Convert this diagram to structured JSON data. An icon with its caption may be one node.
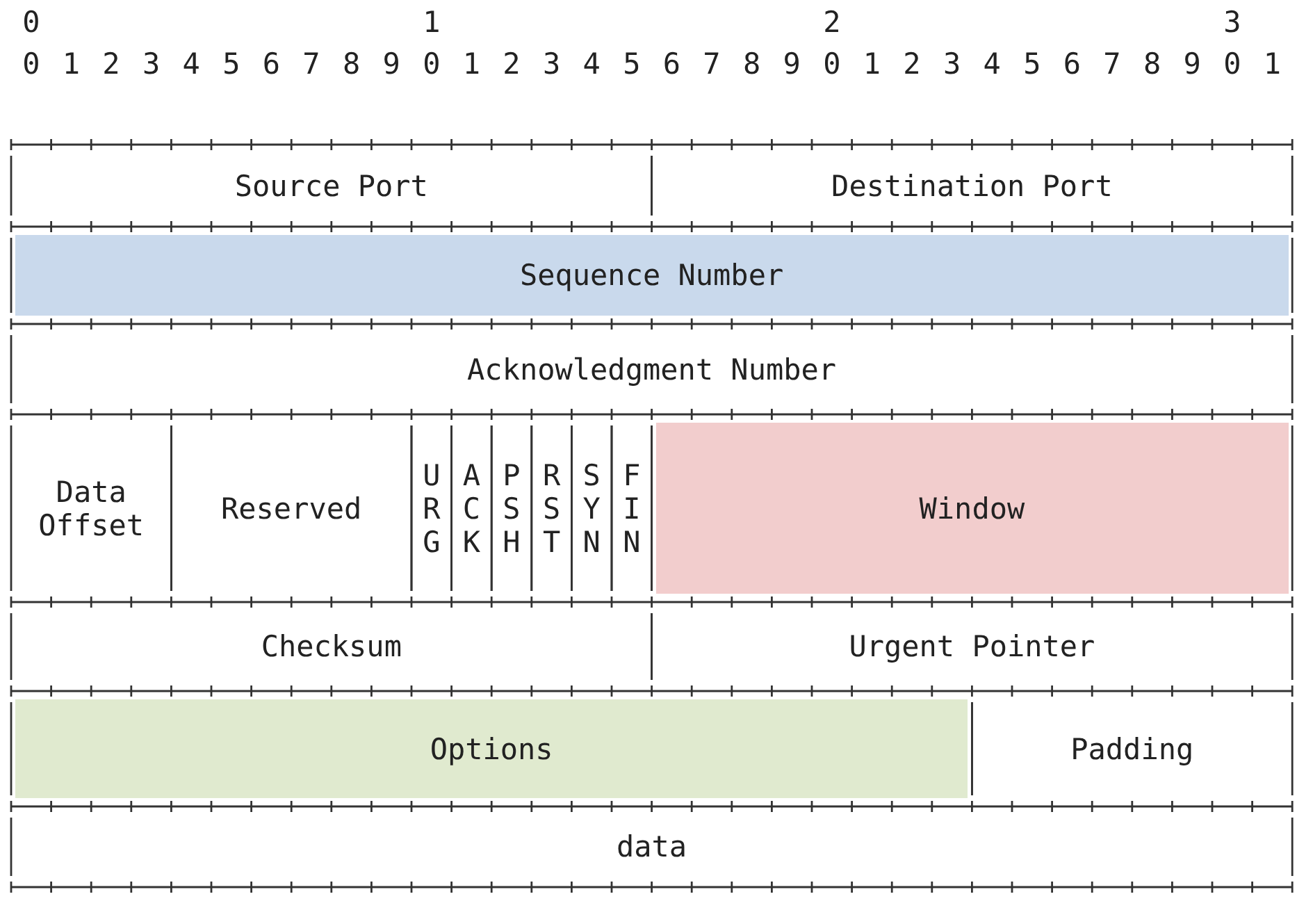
{
  "diagram": {
    "nodes": [
      {
        "text": [
          "Source Port"
        ]
      },
      {
        "text": [
          "Destination Port"
        ]
      },
      {
        "text": [
          "Sequence Number"
        ]
      },
      {
        "text": [
          "Acknowledgment Number"
        ]
      },
      {
        "text": [
          "Data Offset"
        ]
      },
      {
        "text": [
          "Reserved"
        ]
      },
      {
        "text": [
          "U R G"
        ]
      },
      {
        "text": [
          "A C K"
        ]
      },
      {
        "text": [
          "P S H"
        ]
      },
      {
        "text": [
          "R S T"
        ]
      },
      {
        "text": [
          "S Y N"
        ]
      },
      {
        "text": [
          "F I N"
        ]
      },
      {
        "text": [
          "Window"
        ]
      },
      {
        "text": [
          "Checksum"
        ]
      },
      {
        "text": [
          "Urgent Pointer"
        ]
      },
      {
        "text": [
          "Options"
        ]
      },
      {
        "text": [
          "Padding"
        ]
      },
      {
        "text": [
          "data"
        ]
      }
    ],
    "edges": [],
    "labels": [
      "0",
      "1",
      "2",
      "3",
      "0",
      "1",
      "2",
      "3",
      "4",
      "5",
      "6",
      "7",
      "8",
      "9",
      "0",
      "1",
      "2",
      "3",
      "4",
      "5",
      "6",
      "7",
      "8",
      "9",
      "0",
      "1",
      "2",
      "3",
      "4",
      "5",
      "6",
      "7",
      "8",
      "9",
      "0",
      "1"
    ]
  }
}
